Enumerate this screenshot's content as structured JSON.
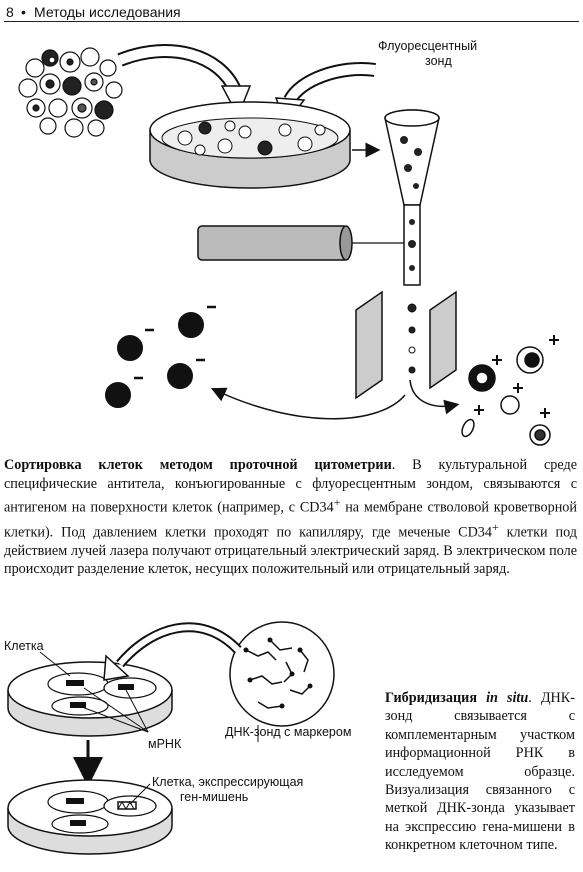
{
  "header": {
    "page_number": "8",
    "bullet": "•",
    "section_title": "Методы исследования"
  },
  "figure1": {
    "probe_label_line1": "Флуоресцентный",
    "probe_label_line2": "зонд"
  },
  "caption1": {
    "title": "Сортировка клеток методом проточной цитометрии",
    "text_a": ". В культуральной среде специфические антитела, конъюгированные с флуоресцентным зондом, связываются с антигеном на поверхности клеток (например, с CD34",
    "sup1": "+",
    "text_b": " на мембране стволовой кроветворной клетки). Под давлением клетки проходят по капилляру, где меченые CD34",
    "sup2": "+",
    "text_c": " клетки под действием лучей лазера получают отрицательный электрический заряд. В электрическом поле происходит разделение клеток, несущих положительный или отрицательный заряд."
  },
  "figure2": {
    "cell_label": "Клетка",
    "mrna_label": "мРНК",
    "probe_label": "ДНК-зонд с маркером",
    "expressing_line1": "Клетка, экспрессирующая",
    "expressing_line2": "ген-мишень"
  },
  "caption2": {
    "title_bold": "Гибридизация ",
    "title_italic": "in situ",
    "text": ". ДНК-зонд связывается с комплементарным участком информационной РНК в исследуемом образце. Визуализация связанного с меткой ДНК-зонда указывает на экспрессию гена-мишени в конкретном клеточном типе."
  }
}
